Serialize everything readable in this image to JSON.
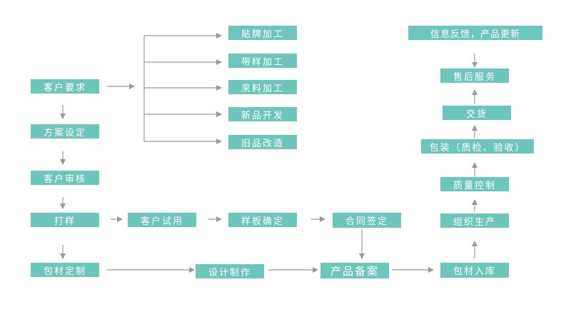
{
  "nodes": {
    "kehu_yaoqiu": "客户要求",
    "fangan_sheding": "方案设定",
    "kehu_shenhe": "客户审核",
    "dayang": "打样",
    "baocai_dingzhi": "包材定制",
    "tiepai_jiagong": "贴牌加工",
    "daiyang_jiagong": "带样加工",
    "lailiao_jiagong": "来料加工",
    "xinpin_kaifa": "新品开发",
    "jiupin_gaizao": "旧品改造",
    "kehu_shiyong": "客户试用",
    "yangban_queding": "样板确定",
    "hetong_qianding": "合同签定",
    "sheji_zhizuo": "设计制作",
    "chanpin_bei_an": "产品备案",
    "baocai_ruku": "包材入库",
    "zuzhi_shengchan": "组织生产",
    "zhiliang_kongzhi": "质量控制",
    "baozhuang": "包装（质检、验收）",
    "jiaohuo": "交货",
    "shouhou_fuwu": "售后服务",
    "xinxi_fankui": "信息反馈，产品更新"
  },
  "colors": {
    "box": "#6cc6b9",
    "arrow": "#999999",
    "text": "#ffffff"
  }
}
